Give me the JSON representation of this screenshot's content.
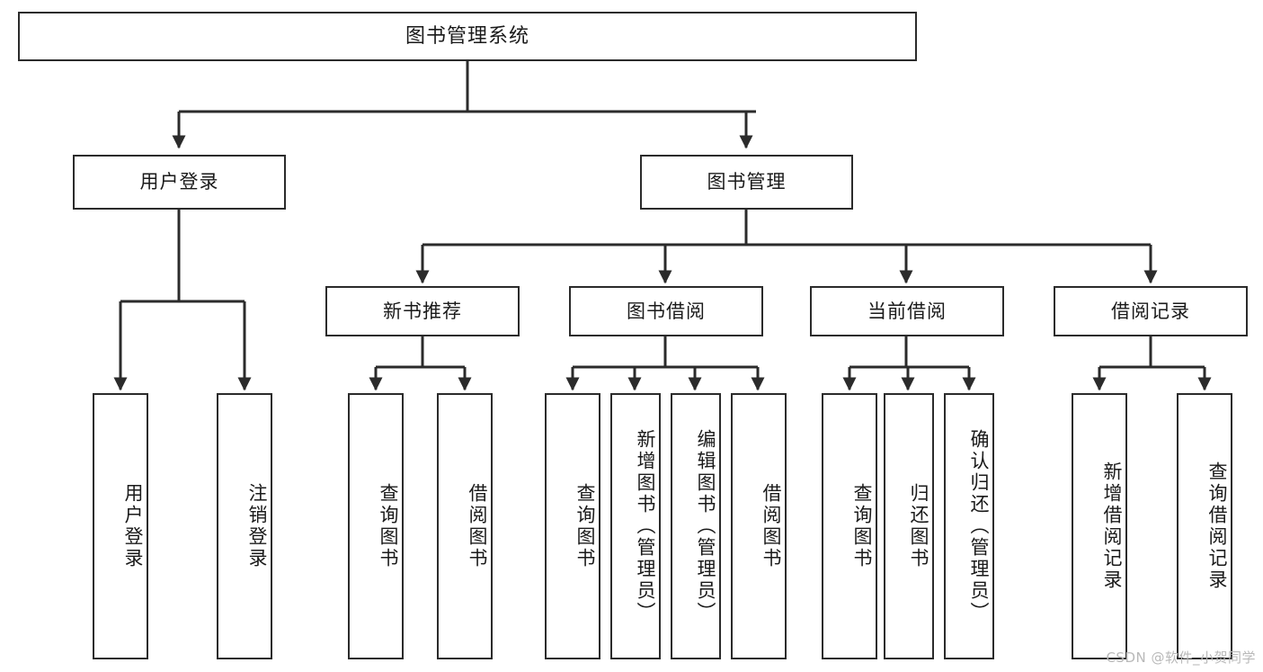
{
  "diagram": {
    "title": "图书管理系统",
    "type": "tree",
    "root": {
      "id": "root",
      "label": "图书管理系统"
    },
    "level2": [
      {
        "id": "user-login",
        "label": "用户登录"
      },
      {
        "id": "book-manage",
        "label": "图书管理"
      }
    ],
    "level3": [
      {
        "id": "new-book-rec",
        "label": "新书推荐",
        "parent": "book-manage"
      },
      {
        "id": "book-borrow",
        "label": "图书借阅",
        "parent": "book-manage"
      },
      {
        "id": "current-borrow",
        "label": "当前借阅",
        "parent": "book-manage"
      },
      {
        "id": "borrow-record",
        "label": "借阅记录",
        "parent": "book-manage"
      }
    ],
    "leaves": [
      {
        "id": "leaf-user-login",
        "label": "用户登录",
        "parent": "user-login"
      },
      {
        "id": "leaf-logout",
        "label": "注销登录",
        "parent": "user-login"
      },
      {
        "id": "leaf-query-book-1",
        "label": "查询图书",
        "parent": "new-book-rec"
      },
      {
        "id": "leaf-borrow-book-1",
        "label": "借阅图书",
        "parent": "new-book-rec"
      },
      {
        "id": "leaf-query-book-2",
        "label": "查询图书",
        "parent": "book-borrow"
      },
      {
        "id": "leaf-add-book",
        "label": "新增图书（管理员）",
        "parent": "book-borrow"
      },
      {
        "id": "leaf-edit-book",
        "label": "编辑图书（管理员）",
        "parent": "book-borrow"
      },
      {
        "id": "leaf-borrow-book-2",
        "label": "借阅图书",
        "parent": "book-borrow"
      },
      {
        "id": "leaf-query-book-3",
        "label": "查询图书",
        "parent": "current-borrow"
      },
      {
        "id": "leaf-return-book",
        "label": "归还图书",
        "parent": "current-borrow"
      },
      {
        "id": "leaf-confirm-return",
        "label": "确认归还（管理员）",
        "parent": "current-borrow"
      },
      {
        "id": "leaf-add-record",
        "label": "新增借阅记录",
        "parent": "borrow-record"
      },
      {
        "id": "leaf-query-record",
        "label": "查询借阅记录",
        "parent": "borrow-record"
      }
    ]
  },
  "watermark": {
    "text": "CSDN @软件_小贺同学"
  },
  "colors": {
    "stroke": "#2b2b2b",
    "fill": "#ffffff",
    "text": "#1a1a1a",
    "watermark": "#b9b9b9"
  }
}
